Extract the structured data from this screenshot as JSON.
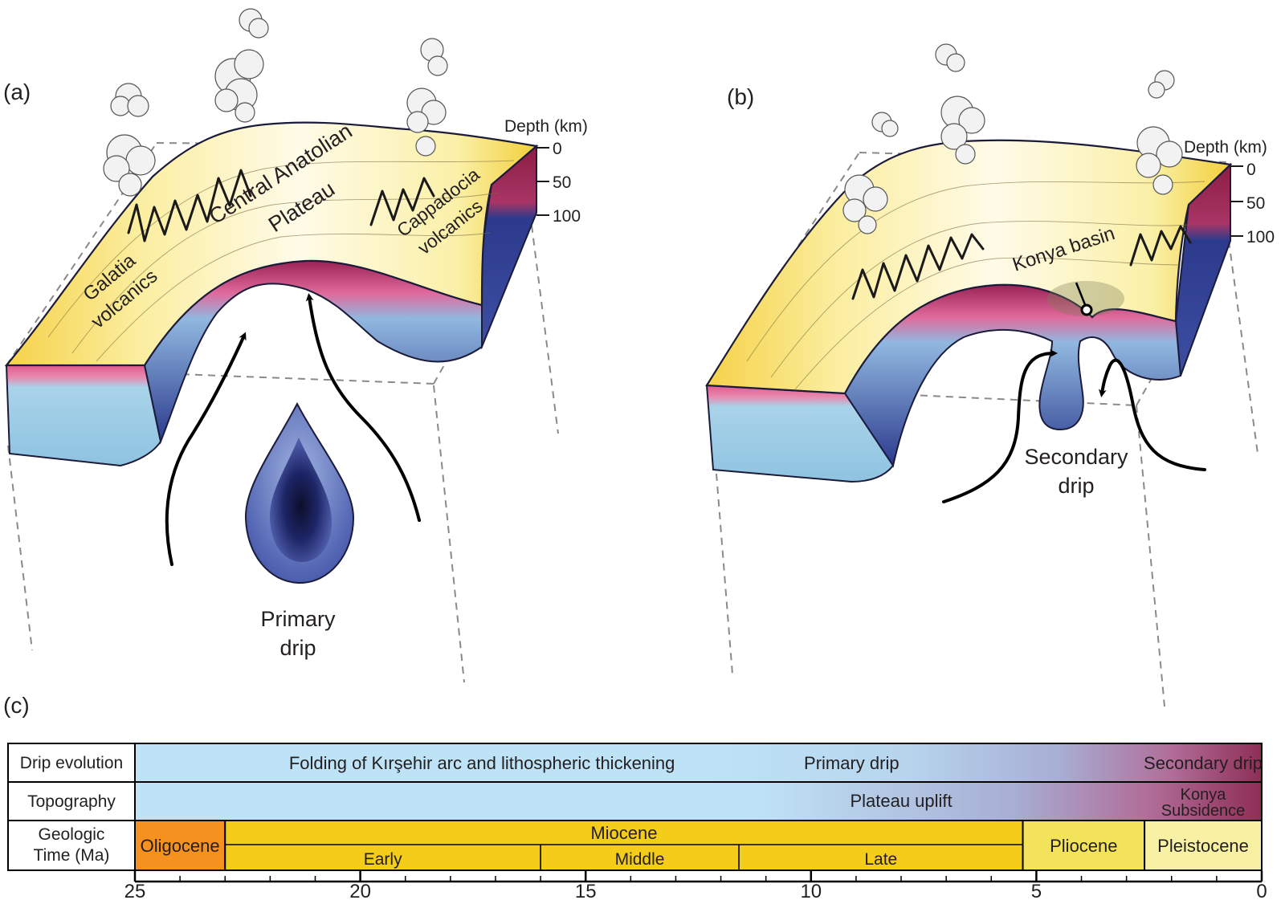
{
  "panel_a": {
    "label": "(a)",
    "depth_title": "Depth (km)",
    "depth_ticks": [
      "0",
      "50",
      "100"
    ],
    "plateau_label_line1": "Central Anatolian",
    "plateau_label_line2": "Plateau",
    "galatia_line1": "Galatia",
    "galatia_line2": "volcanics",
    "cappadocia_line1": "Cappadocia",
    "cappadocia_line2": "volcanics",
    "drip_line1": "Primary",
    "drip_line2": "drip"
  },
  "panel_b": {
    "label": "(b)",
    "depth_title": "Depth (km)",
    "depth_ticks": [
      "0",
      "50",
      "100"
    ],
    "basin_label": "Konya basin",
    "drip_line1": "Secondary",
    "drip_line2": "drip"
  },
  "panel_c": {
    "label": "(c)",
    "rows": [
      {
        "label_lines": [
          "Drip evolution"
        ]
      },
      {
        "label_lines": [
          "Topography"
        ]
      },
      {
        "label_lines": [
          "Geologic",
          "Time (Ma)"
        ]
      }
    ],
    "drip_texts": [
      {
        "text": "Folding of Kırşehir arc and lithospheric thickening",
        "center_ma": 17.3
      },
      {
        "text": "Primary drip",
        "center_ma": 9.1
      },
      {
        "text": "Secondary drip",
        "center_ma": 1.3
      }
    ],
    "topo_texts": [
      {
        "text": "Plateau uplift",
        "center_ma": 8.0
      },
      {
        "text": "Konya",
        "center_ma": 1.3
      },
      {
        "text": "Subsidence",
        "center_ma": 1.3
      }
    ],
    "epochs": [
      {
        "name": "Oligocene",
        "start": 25.0,
        "end": 23.0,
        "color": "#f5911e"
      },
      {
        "name": "Miocene",
        "start": 23.0,
        "end": 5.3,
        "color": "#f4cc1a"
      },
      {
        "name": "Pliocene",
        "start": 5.3,
        "end": 2.6,
        "color": "#f3e35a"
      },
      {
        "name": "Pleistocene",
        "start": 2.6,
        "end": 0.0,
        "color": "#f8f1a4"
      }
    ],
    "subepochs": [
      {
        "name": "Early",
        "start": 23.0,
        "end": 16.0
      },
      {
        "name": "Middle",
        "start": 16.0,
        "end": 11.6
      },
      {
        "name": "Late",
        "start": 11.6,
        "end": 5.3
      }
    ],
    "axis": {
      "min": 25,
      "max": 0,
      "ticks": [
        25,
        20,
        15,
        10,
        5,
        0
      ]
    },
    "colors": {
      "light_blue": "#bfe3f6",
      "purple_blue": "#a8aed4",
      "maroon": "#8e2e56"
    }
  }
}
